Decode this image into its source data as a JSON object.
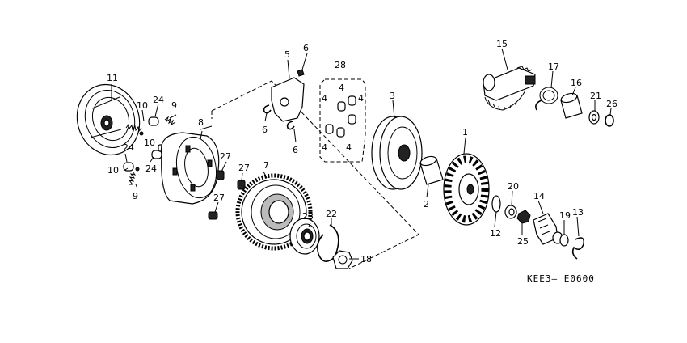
{
  "diagram_code": "KEE3— E0600",
  "callouts": {
    "p1": "1",
    "p2": "2",
    "p3": "3",
    "p4a": "4",
    "p4b": "4",
    "p4c": "4",
    "p4d": "4",
    "p4e": "4",
    "p5": "5",
    "p6a": "6",
    "p6b": "6",
    "p6c": "6",
    "p7": "7",
    "p8": "8",
    "p9a": "9",
    "p9b": "9",
    "p10a": "10",
    "p10b": "10",
    "p10c": "10",
    "p11": "11",
    "p12": "12",
    "p13": "13",
    "p14": "14",
    "p15": "15",
    "p16": "16",
    "p17": "17",
    "p18": "18",
    "p19": "19",
    "p20": "20",
    "p21": "21",
    "p22": "22",
    "p23": "23",
    "p24a": "24",
    "p24b": "24",
    "p24c": "24",
    "p25": "25",
    "p26": "26",
    "p27a": "27",
    "p27b": "27",
    "p27c": "27",
    "p28": "28"
  }
}
